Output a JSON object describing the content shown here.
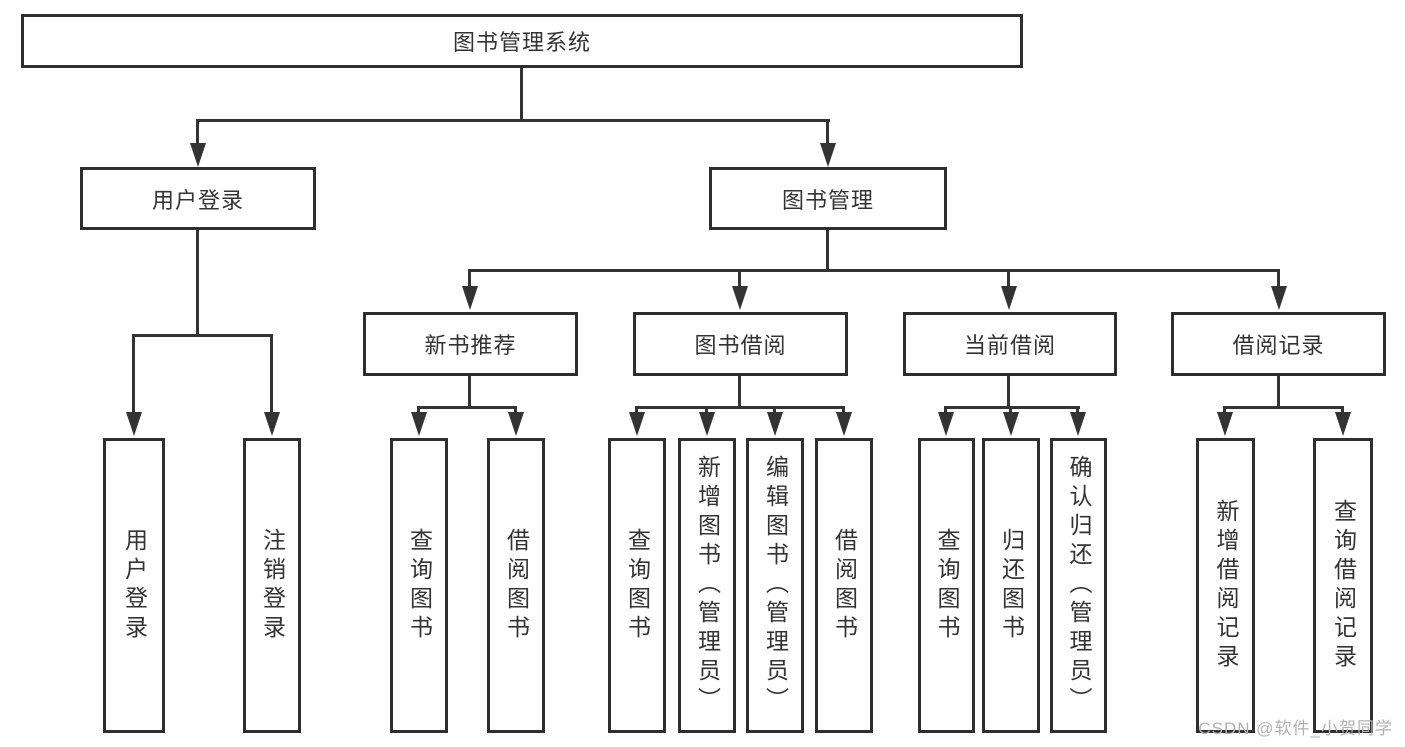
{
  "diagram": {
    "root": {
      "label": "图书管理系统"
    },
    "level2": [
      {
        "id": "user-login",
        "label": "用户登录"
      },
      {
        "id": "book-management",
        "label": "图书管理"
      }
    ],
    "level3": [
      {
        "id": "new-book-recommend",
        "label": "新书推荐"
      },
      {
        "id": "book-borrow",
        "label": "图书借阅"
      },
      {
        "id": "current-borrow",
        "label": "当前借阅"
      },
      {
        "id": "borrow-records",
        "label": "借阅记录"
      }
    ],
    "leaves": [
      {
        "id": "leaf-user-login",
        "label": "用户登录"
      },
      {
        "id": "leaf-logout",
        "label": "注销登录"
      },
      {
        "id": "leaf-query-books-recommend",
        "label": "查询图书"
      },
      {
        "id": "leaf-borrow-books-recommend",
        "label": "借阅图书"
      },
      {
        "id": "leaf-query-books-borrow",
        "label": "查询图书"
      },
      {
        "id": "leaf-add-books-admin",
        "label": "新增图书（管理员）"
      },
      {
        "id": "leaf-edit-books-admin",
        "label": "编辑图书（管理员）"
      },
      {
        "id": "leaf-borrow-books",
        "label": "借阅图书"
      },
      {
        "id": "leaf-query-books-current",
        "label": "查询图书"
      },
      {
        "id": "leaf-return-books",
        "label": "归还图书"
      },
      {
        "id": "leaf-confirm-return-admin",
        "label": "确认归还（管理员）"
      },
      {
        "id": "leaf-add-borrow-record",
        "label": "新增借阅记录"
      },
      {
        "id": "leaf-query-borrow-record",
        "label": "查询借阅记录"
      }
    ]
  },
  "watermark": {
    "text": "CSDN @软件_小贺同学"
  },
  "colors": {
    "line": "#333333",
    "border": "#2e2e2e",
    "text": "#333333",
    "watermark": "#b1b1b1",
    "background": "#ffffff"
  }
}
